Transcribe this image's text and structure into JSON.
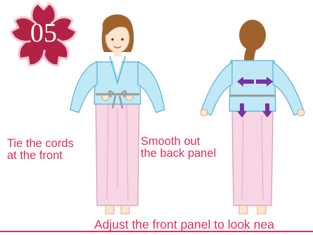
{
  "step": {
    "number": "05"
  },
  "captions": {
    "front": [
      "Tie the cords",
      "at the front"
    ],
    "back": [
      "Smooth out",
      "the back panel"
    ],
    "bottom": "Adjust the front panel to look nea"
  },
  "colors": {
    "accent": "#d8315c",
    "badge": "#b12245",
    "badge_outline": "#f4c7d3",
    "robe_blue": "#bfe9f6",
    "robe_outline": "#5aaed6",
    "skirt_pink": "#f8d6e4",
    "skirt_outline": "#d99ab8",
    "hair": "#a0622d",
    "arrow_purple": "#7a2fa3"
  },
  "icons": [
    "sakura-flower-icon",
    "arrow-left-icon",
    "arrow-right-icon",
    "arrow-down-icon"
  ]
}
